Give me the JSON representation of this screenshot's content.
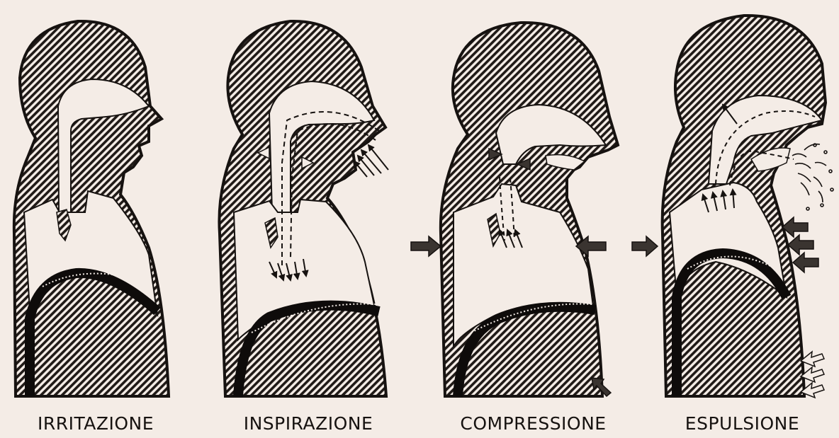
{
  "diagram": {
    "stages": [
      {
        "id": "irritazione",
        "label": "IRRITAZIONE"
      },
      {
        "id": "inspirazione",
        "label": "INSPIRAZIONE"
      },
      {
        "id": "compressione",
        "label": "COMPRESSIONE"
      },
      {
        "id": "espulsione",
        "label": "ESPULSIONE"
      }
    ]
  },
  "colors": {
    "paper": "#f4ece6",
    "ink": "#161210",
    "hatch_fill": "#3a3430"
  }
}
